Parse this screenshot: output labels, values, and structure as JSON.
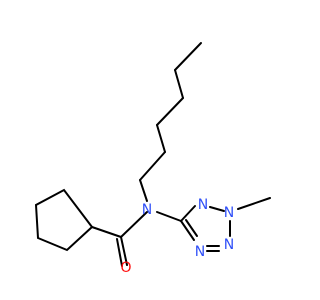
{
  "colors": {
    "carbon_bond": "#000000",
    "nitrogen": "#3050f8",
    "oxygen": "#ff0d0d",
    "background": "#ffffff"
  },
  "atoms": {
    "amide_nitrogen": "N",
    "carbonyl_oxygen": "O",
    "tetrazole_n1": "N",
    "tetrazole_n2": "N",
    "tetrazole_n3": "N",
    "tetrazole_n4": "N"
  }
}
